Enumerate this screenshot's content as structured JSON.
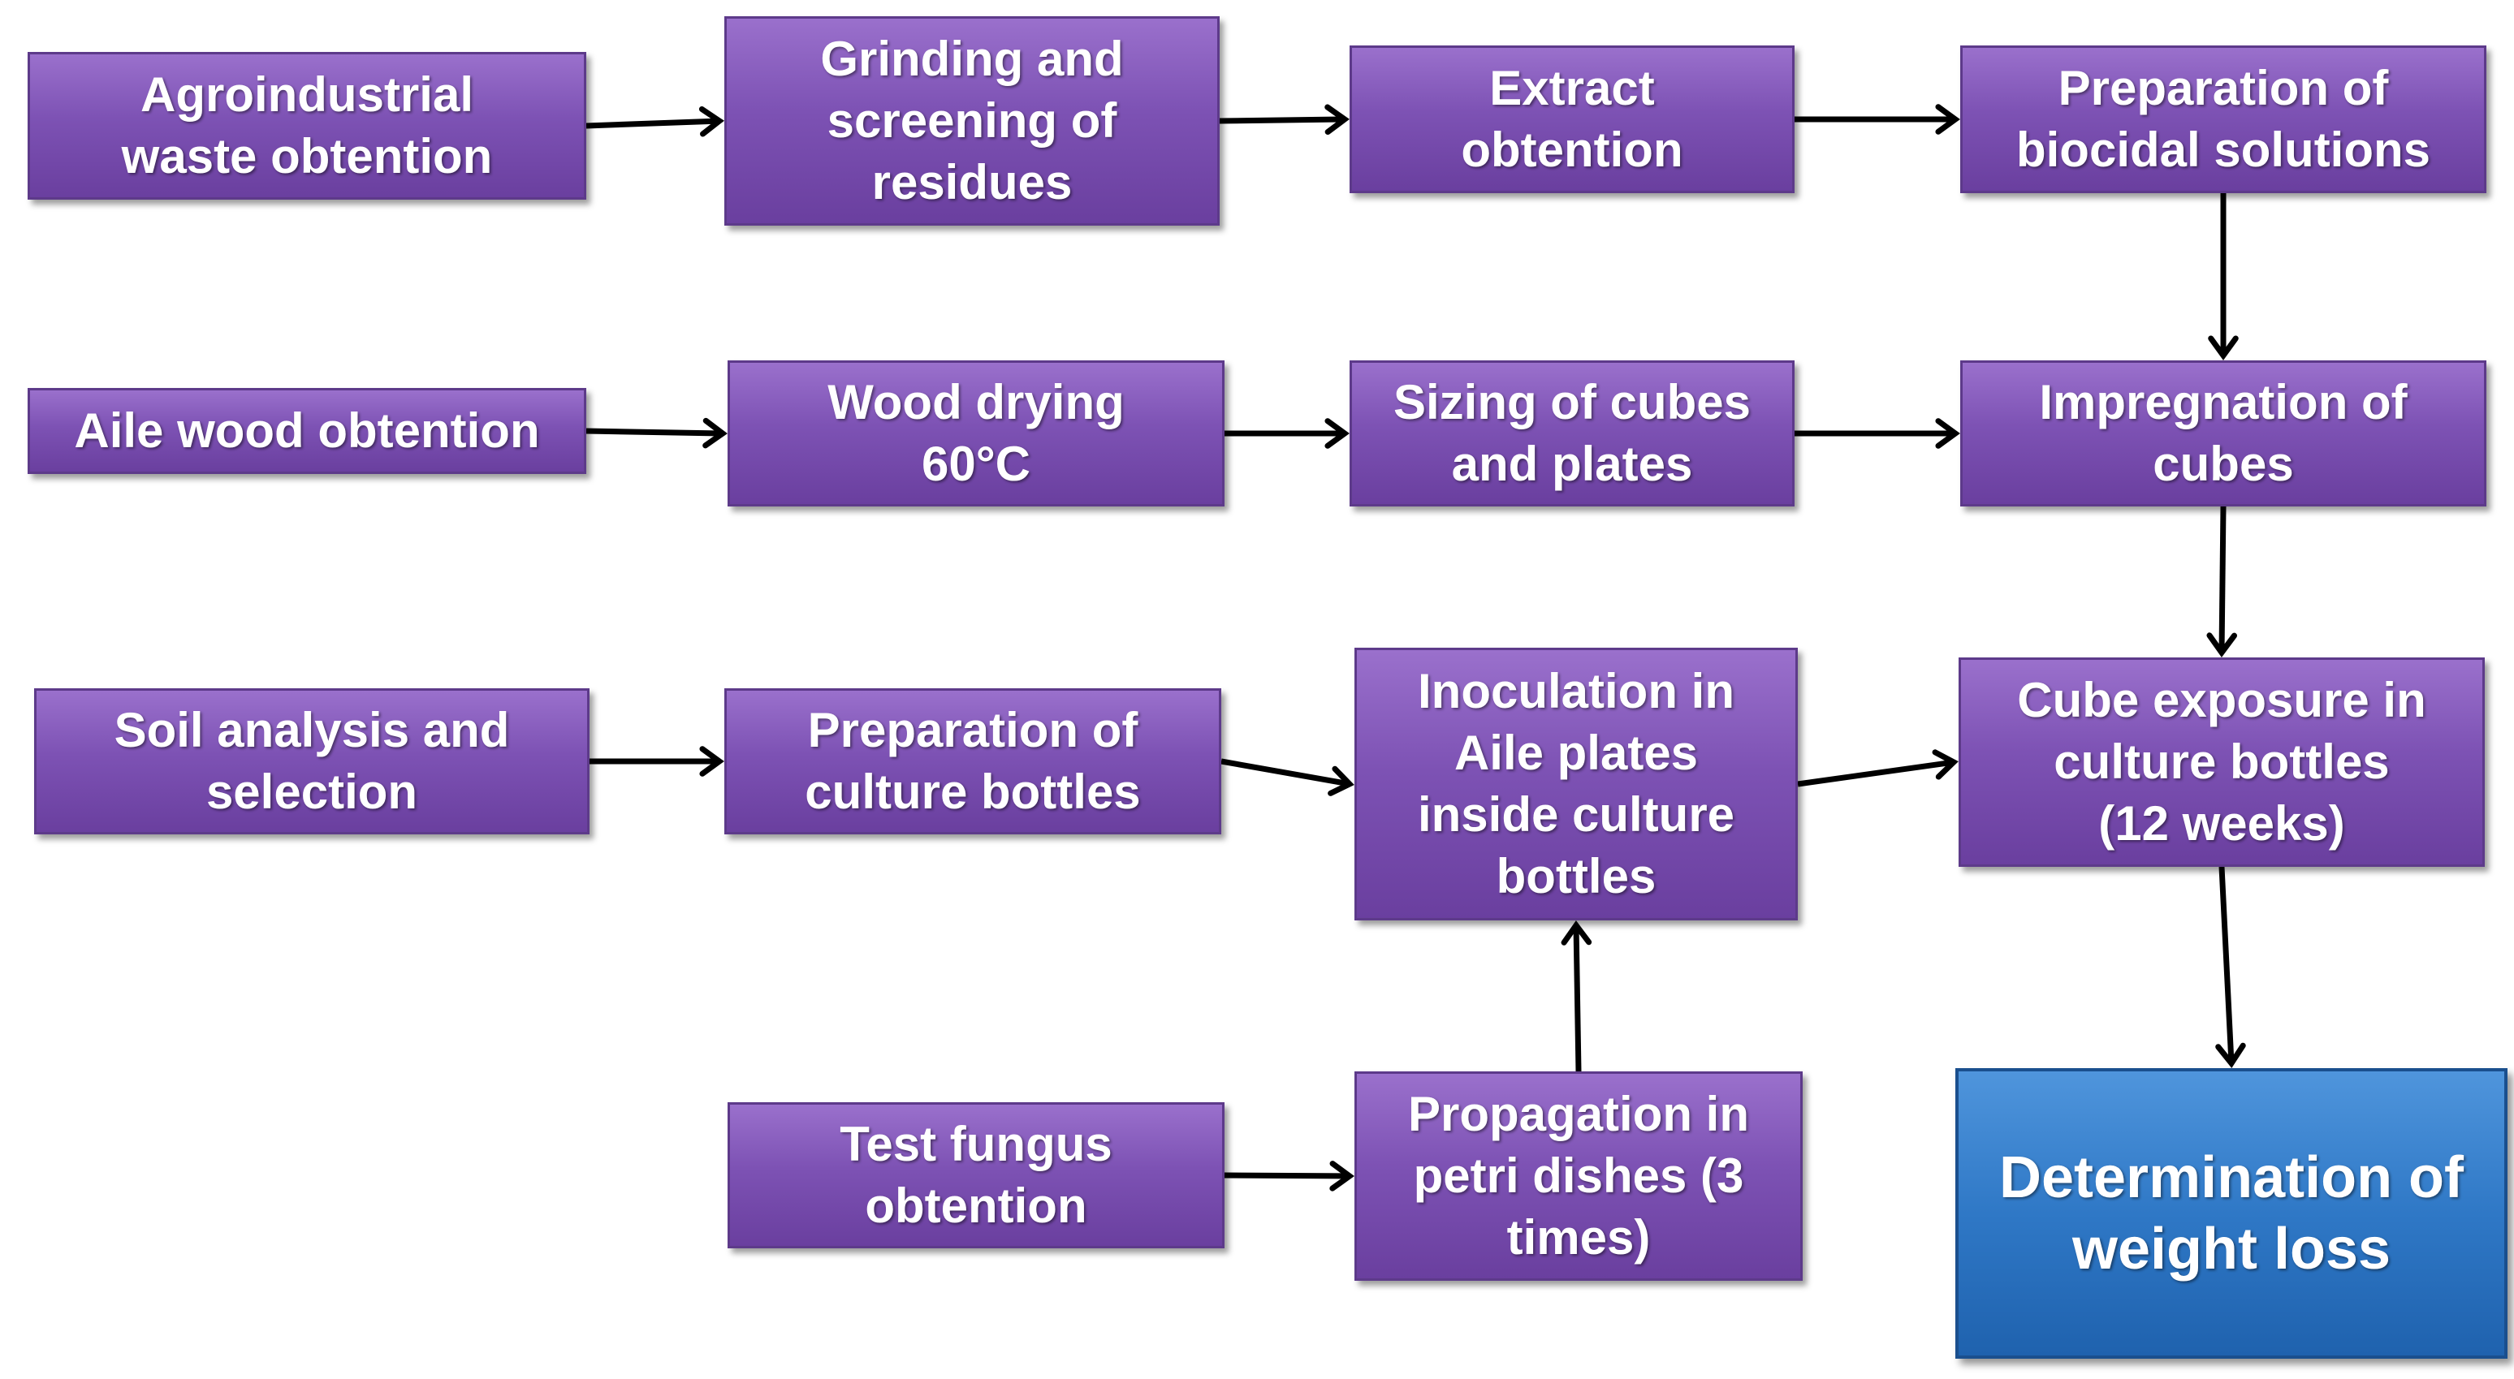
{
  "colors": {
    "step_box": "#7d52b4",
    "step_border": "#5d3a8a",
    "final_box": "#2f78c6",
    "final_border": "#1a4f8e",
    "arrow": "#000000",
    "text": "#ffffff"
  },
  "nodes": {
    "agro_waste": "Agroindustrial\nwaste obtention",
    "grinding": "Grinding and\nscreening of\nresidues",
    "extract": "Extract\nobtention",
    "biocidal": "Preparation of\nbiocidal solutions",
    "aile_wood": "Aile wood obtention",
    "wood_drying": "Wood drying\n60°C",
    "sizing": "Sizing of cubes\nand plates",
    "impregnation": "Impregnation of\ncubes",
    "soil_analysis": "Soil analysis and\nselection",
    "culture_bottles": "Preparation of\nculture bottles",
    "inoculation": "Inoculation in\nAile plates\ninside culture\nbottles",
    "cube_exposure": "Cube exposure in\nculture bottles\n(12 weeks)",
    "test_fungus": "Test fungus\nobtention",
    "propagation": "Propagation in\npetri dishes (3\ntimes)",
    "weight_loss": "Determination of\nweight loss"
  },
  "edges": [
    {
      "from": "agro_waste",
      "to": "grinding"
    },
    {
      "from": "grinding",
      "to": "extract"
    },
    {
      "from": "extract",
      "to": "biocidal"
    },
    {
      "from": "biocidal",
      "to": "impregnation"
    },
    {
      "from": "aile_wood",
      "to": "wood_drying"
    },
    {
      "from": "wood_drying",
      "to": "sizing"
    },
    {
      "from": "sizing",
      "to": "impregnation"
    },
    {
      "from": "impregnation",
      "to": "cube_exposure"
    },
    {
      "from": "soil_analysis",
      "to": "culture_bottles"
    },
    {
      "from": "culture_bottles",
      "to": "inoculation"
    },
    {
      "from": "inoculation",
      "to": "cube_exposure"
    },
    {
      "from": "test_fungus",
      "to": "propagation"
    },
    {
      "from": "propagation",
      "to": "inoculation"
    },
    {
      "from": "cube_exposure",
      "to": "weight_loss"
    }
  ]
}
